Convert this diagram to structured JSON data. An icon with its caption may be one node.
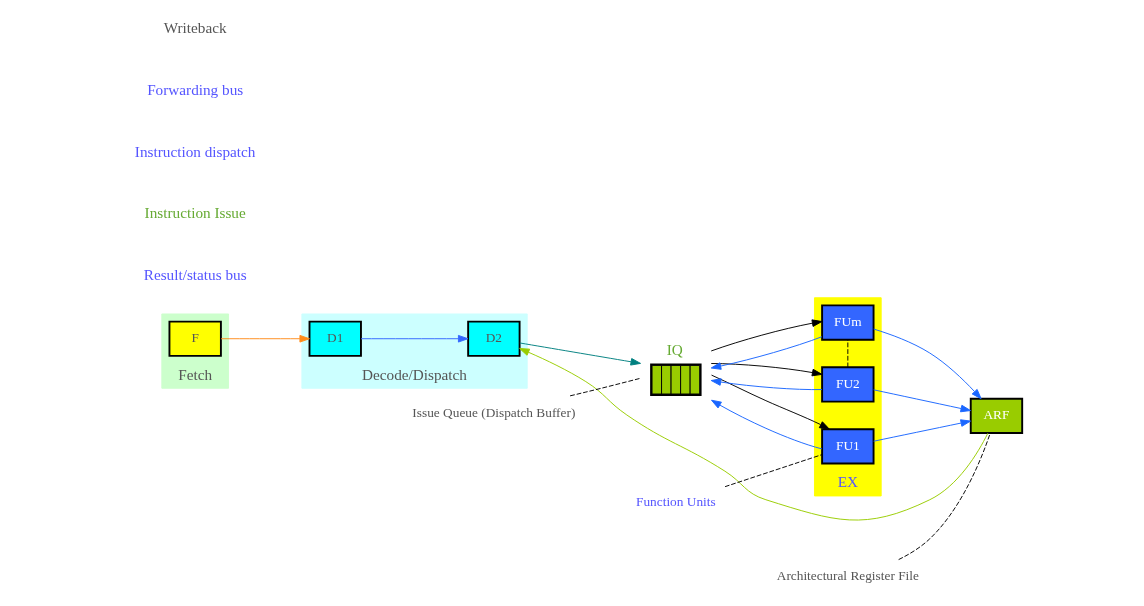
{
  "diagram": {
    "nodes": [
      {
        "text": [
          "Fetch"
        ]
      },
      {
        "text": [
          "F"
        ],
        "in": 0
      },
      {
        "text": [
          "Decode/Dispatch"
        ]
      },
      {
        "text": [
          "D1"
        ],
        "in": 2
      },
      {
        "text": [
          "D2"
        ],
        "in": 2
      },
      {
        "text": [
          "IQ"
        ]
      },
      {
        "text": [
          "EX"
        ]
      },
      {
        "text": [
          "FU1"
        ],
        "in": 6
      },
      {
        "text": [
          "FU2"
        ],
        "in": 6
      },
      {
        "text": [
          "FUm"
        ],
        "in": 6
      },
      {
        "text": [
          "ARF"
        ]
      },
      {
        "text": [
          "Function Units"
        ]
      },
      {
        "text": [
          "Architectural Register File"
        ]
      },
      {
        "text": [
          "Issue Queue (Dispatch Buffer)"
        ]
      }
    ],
    "edges": [
      {
        "from": 1,
        "to": 3,
        "arrow": "to",
        "color": "#ff8c1a"
      },
      {
        "from": 3,
        "to": 4,
        "arrow": "to",
        "color": "#3366ff"
      },
      {
        "from": 4,
        "to": 5,
        "arrow": "to",
        "color": "#008080"
      },
      {
        "from": 5,
        "to": 7,
        "arrow": "to"
      },
      {
        "from": 5,
        "to": 8,
        "arrow": "to"
      },
      {
        "from": 5,
        "to": 9,
        "arrow": "to"
      },
      {
        "from": 8,
        "to": 9,
        "arrow": "none",
        "style": "dashed"
      },
      {
        "from": 7,
        "to": 10,
        "arrow": "to",
        "color": "#1a66ff"
      },
      {
        "from": 8,
        "to": 10,
        "arrow": "to",
        "color": "#1a66ff"
      },
      {
        "from": 9,
        "to": 10,
        "arrow": "to",
        "color": "#1a66ff"
      },
      {
        "from": 7,
        "to": 5,
        "arrow": "to",
        "color": "#1a66ff"
      },
      {
        "from": 8,
        "to": 5,
        "arrow": "to",
        "color": "#1a66ff"
      },
      {
        "from": 9,
        "to": 5,
        "arrow": "to",
        "color": "#1a66ff"
      },
      {
        "from": 10,
        "to": 4,
        "arrow": "to",
        "color": "#99cc00"
      },
      {
        "from": 11,
        "to": 7,
        "arrow": "none",
        "style": "dashed"
      },
      {
        "from": 12,
        "to": 10,
        "arrow": "none",
        "style": "dashed"
      },
      {
        "from": 13,
        "to": 5,
        "arrow": "none",
        "style": "dashed"
      }
    ],
    "labels": [
      "Result/status bus",
      "Instruction Issue",
      "Instruction dispatch",
      "Forwarding bus",
      "Writeback"
    ]
  }
}
